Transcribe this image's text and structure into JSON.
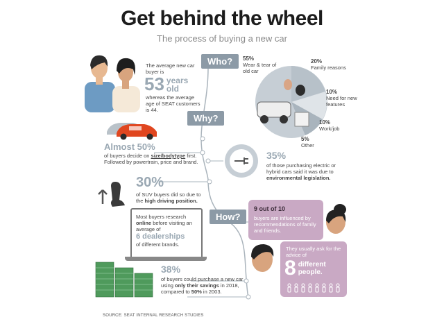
{
  "header": {
    "title": "Get behind the wheel",
    "subtitle": "The process of buying a new car"
  },
  "labels": {
    "who": "Who?",
    "why": "Why?",
    "how": "How?"
  },
  "who": {
    "intro": "The average new car buyer is",
    "age_number": "53",
    "age_word_1": "years",
    "age_word_2": "old",
    "outro": "whereas the average age of SEAT customers is 44."
  },
  "reasons": [
    {
      "pct": "55%",
      "label": "Wear & tear of old car"
    },
    {
      "pct": "20%",
      "label": "Family reasons"
    },
    {
      "pct": "10%",
      "label": "Need for new features"
    },
    {
      "pct": "10%",
      "label": "Work/job"
    },
    {
      "pct": "5%",
      "label": "Other"
    }
  ],
  "bodytype": {
    "headline": "Almost 50%",
    "line1_pre": "of buyers decide on ",
    "line1_bold": "size/bodytype",
    "line1_post": " first.",
    "line2": "Followed by powertrain, price and brand."
  },
  "electric": {
    "pct": "35%",
    "text": "of those purchasing electric or hybrid cars said it was due to",
    "bold": "environmental legislation."
  },
  "suv": {
    "pct": "30%",
    "text": "of SUV buyers did so due to the",
    "bold": "high driving position."
  },
  "online": {
    "line1": "Most buyers research",
    "bold1": "online",
    "line2": "before visiting an average of",
    "highlight": "6 dealerships",
    "line3": "of different brands."
  },
  "recommend": {
    "headline": "9 out of 10",
    "text": "buyers are influenced by recommendations of family and friends."
  },
  "advice": {
    "text": "They usually ask for the advice of",
    "number": "8",
    "word1": "different",
    "word2": "people."
  },
  "savings": {
    "pct": "38%",
    "text1": "of buyers could purchase a new car using",
    "bold1": "only their savings",
    "text2": "in 2018, compared to",
    "bold2": "50%",
    "text3": "in 2003."
  },
  "source": "SOURCE: SEAT INTERNAL RESEARCH STUDIES",
  "colors": {
    "accent": "#9aa8b3",
    "tag": "#8c9aa6",
    "pink": "#c9a9c4",
    "car": "#e0461f",
    "money": "#4f9a5c"
  }
}
